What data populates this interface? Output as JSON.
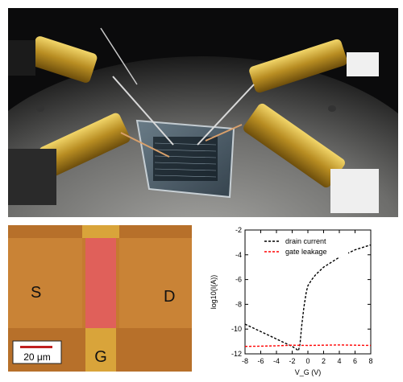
{
  "photo": {
    "alt_subject": "probe station with four probes on a transparent substrate"
  },
  "micrograph": {
    "source_label": "S",
    "drain_label": "D",
    "gate_label": "G",
    "scale_bar_text": "20 μm",
    "colors": {
      "background": "#c57a30",
      "gate_strip": "#e0605a",
      "gate_pad": "#d9a43a"
    }
  },
  "chart_data": {
    "type": "line",
    "xlabel": "V_G (V)",
    "ylabel": "log10(I(A))",
    "xlim": [
      -8,
      8
    ],
    "ylim": [
      -12,
      -2
    ],
    "xticks": [
      -8,
      -6,
      -4,
      -2,
      0,
      2,
      4,
      6,
      8
    ],
    "yticks": [
      -12,
      -10,
      -8,
      -6,
      -4,
      -2
    ],
    "legend_position": "top-right",
    "series": [
      {
        "name": "drain current",
        "color": "#000000",
        "style": "dashed",
        "x": [
          -8,
          -7,
          -6,
          -5,
          -4,
          -3,
          -2,
          -1.5,
          -1.2,
          -1.0,
          -0.8,
          -0.5,
          -0.2,
          0,
          0.5,
          1,
          2,
          3,
          4,
          5,
          6,
          7,
          8
        ],
        "y": [
          -9.6,
          -9.9,
          -10.2,
          -10.5,
          -10.8,
          -11.1,
          -11.4,
          -11.6,
          -11.75,
          -11.2,
          -9.8,
          -8.2,
          -7.0,
          -6.5,
          -6.0,
          -5.6,
          -5.0,
          -4.6,
          -4.2,
          -3.9,
          -3.6,
          -3.4,
          -3.2
        ]
      },
      {
        "name": "gate leakage",
        "color": "#ff0000",
        "style": "dashed",
        "x": [
          -8,
          -6,
          -4,
          -2,
          0,
          2,
          4,
          6,
          8
        ],
        "y": [
          -11.4,
          -11.38,
          -11.35,
          -11.3,
          -11.32,
          -11.3,
          -11.28,
          -11.3,
          -11.32
        ]
      }
    ]
  }
}
